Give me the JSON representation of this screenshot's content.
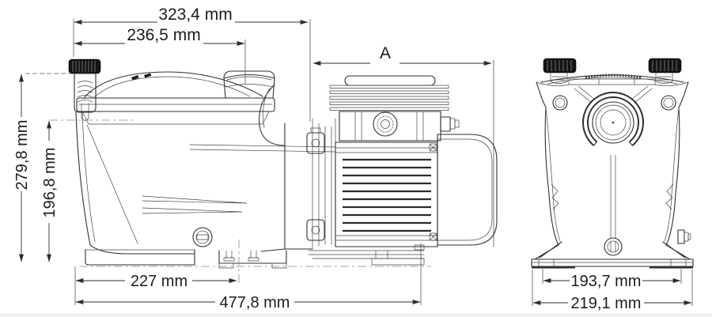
{
  "meta": {
    "drawing_type": "pump dimensional drawing",
    "units": "mm"
  },
  "palette": {
    "background": "#ffffff",
    "line": "#2f2f2f",
    "text": "#1c1c1c",
    "knob": "#141414"
  },
  "side_view": {
    "dims": {
      "top_overall": "323,4 mm",
      "top_body": "236,5 mm",
      "motor_length": "A",
      "height_overall": "279,8 mm",
      "height_port": "196,8 mm",
      "foot_span": "227 mm",
      "length_overall": "477,8 mm"
    }
  },
  "front_view": {
    "dims": {
      "base_inner": "193,7 mm",
      "base_outer": "219,1 mm"
    }
  }
}
